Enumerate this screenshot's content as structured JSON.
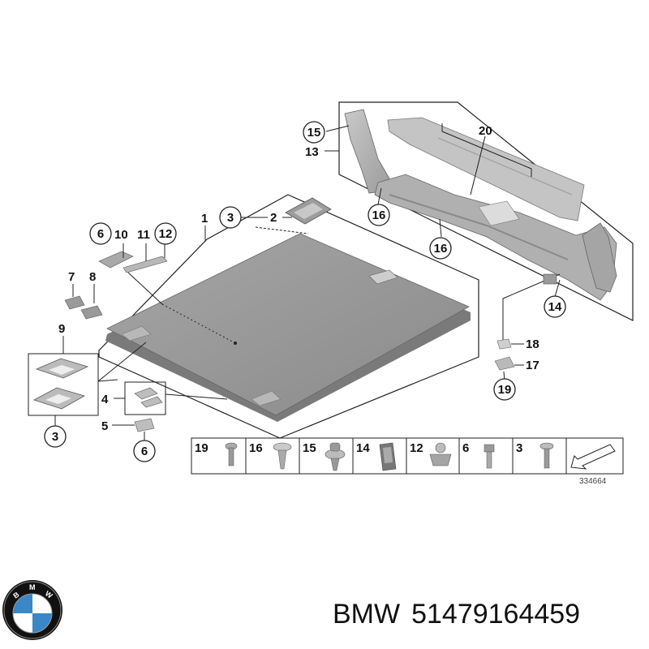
{
  "diagram": {
    "callouts": {
      "c1": "1",
      "c2": "2",
      "c3a": "3",
      "c3b": "3",
      "c4": "4",
      "c5": "5",
      "c6a": "6",
      "c6b": "6",
      "c7": "7",
      "c8": "8",
      "c9": "9",
      "c10": "10",
      "c11": "11",
      "c12": "12",
      "c13": "13",
      "c14": "14",
      "c15": "15",
      "c16a": "16",
      "c16b": "16",
      "c17": "17",
      "c18": "18",
      "c19": "19",
      "c20": "20"
    },
    "fastener_strip": [
      "19",
      "16",
      "15",
      "14",
      "12",
      "6",
      "3"
    ],
    "diagram_number": "334664"
  },
  "caption": {
    "brand": "BMW",
    "part_number": "51479164459"
  },
  "colors": {
    "part_dark": "#8f8f8f",
    "part_mid": "#b5b5b5",
    "part_light": "#d4d4d4",
    "line": "#222222"
  },
  "icons": {
    "logo": "bmw-roundel-logo",
    "arrow": "direction-arrow-icon"
  }
}
